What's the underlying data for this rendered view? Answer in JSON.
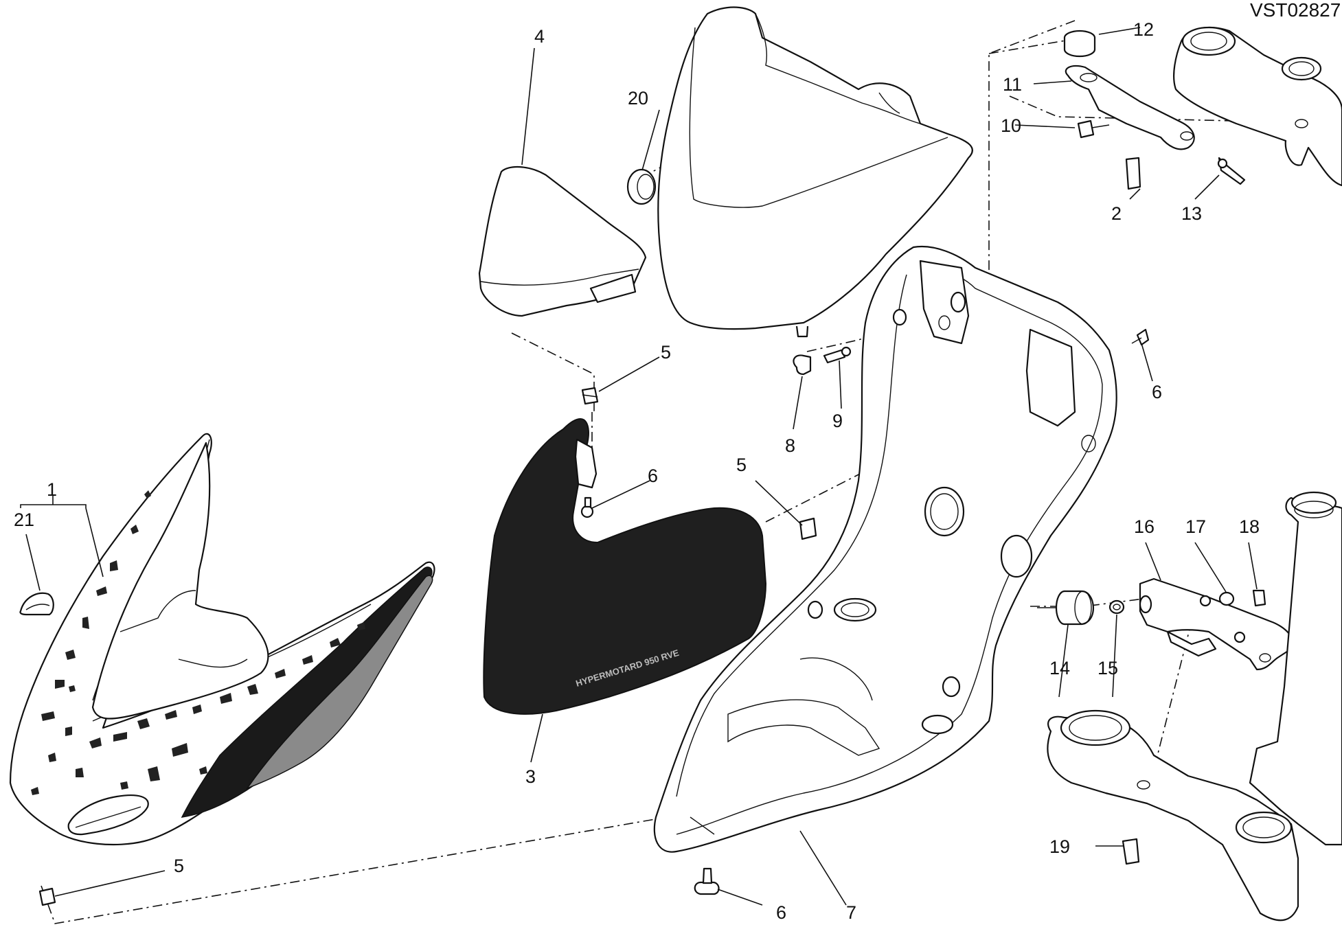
{
  "diagram_code": "VST02827",
  "decal_text": "HYPERMOTARD 950 RVE",
  "callouts": {
    "c1": "1",
    "c2": "2",
    "c3": "3",
    "c4": "4",
    "c5a": "5",
    "c5b": "5",
    "c5c": "5",
    "c6a": "6",
    "c6b": "6",
    "c6c": "6",
    "c7": "7",
    "c8": "8",
    "c9": "9",
    "c10": "10",
    "c11": "11",
    "c12": "12",
    "c13": "13",
    "c14": "14",
    "c15": "15",
    "c16": "16",
    "c17": "17",
    "c18": "18",
    "c19": "19",
    "c20": "20",
    "c21": "21"
  },
  "colors": {
    "ink": "#111111",
    "decal": "#2b2b2b",
    "stripe_dark": "#1a1a1a",
    "stripe_grey": "#8a8a8a"
  }
}
